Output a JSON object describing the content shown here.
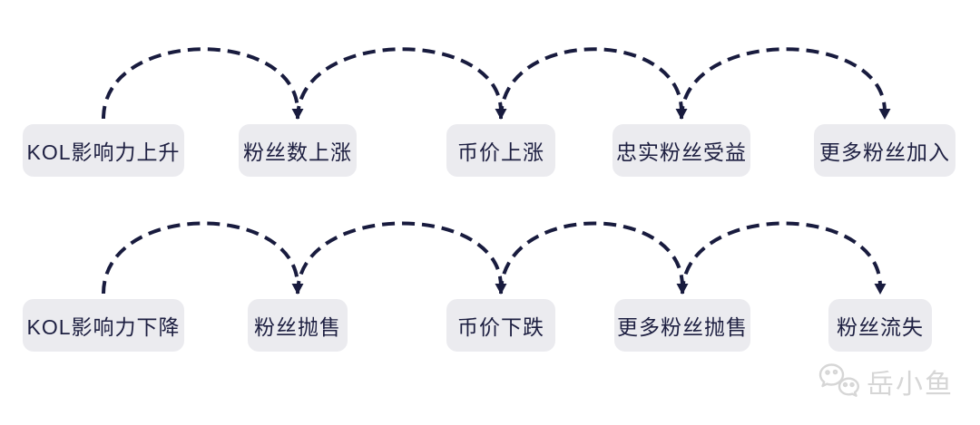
{
  "diagram": {
    "arrow_color": "#181b3e",
    "node_bg_color": "#ebebef",
    "node_text_color": "#1d1f41",
    "rows": [
      {
        "id": "positive-cycle",
        "nodes": [
          "KOL影响力上升",
          "粉丝数上涨",
          "币价上涨",
          "忠实粉丝受益",
          "更多粉丝加入"
        ]
      },
      {
        "id": "negative-cycle",
        "nodes": [
          "KOL影响力下降",
          "粉丝抛售",
          "币价下跌",
          "更多粉丝抛售",
          "粉丝流失"
        ]
      }
    ]
  },
  "watermark": {
    "icon": "wechat-icon",
    "text": "岳小鱼",
    "color": "#d6d6d6"
  }
}
